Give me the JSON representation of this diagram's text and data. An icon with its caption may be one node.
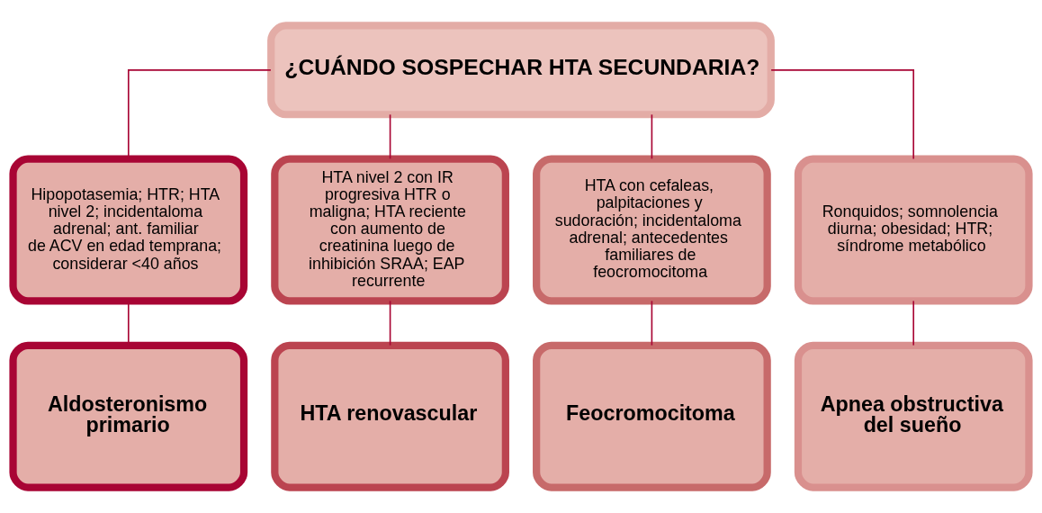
{
  "diagram": {
    "nodes": [
      {
        "text": [
          "¿CUÁNDO SOSPECHAR HTA SECUNDARIA?"
        ]
      },
      {
        "text": [
          "Hipopotasemia; HTR; HTA nivel 2; incidentaloma adrenal; ant. familiar de ACV en edad temprana; considerar <40 años"
        ]
      },
      {
        "text": [
          "HTA nivel 2 con IR progresiva HTR o maligna; HTA reciente con aumento de creatinina luego de inhibición SRAA; EAP recurrente"
        ]
      },
      {
        "text": [
          "HTA con cefaleas, palpitaciones y sudoración; incidentaloma adrenal; antecedentes familiares de feocromocitoma"
        ]
      },
      {
        "text": [
          "Ronquidos; somnolencia diurna; obesidad; HTR; síndrome metabólico"
        ]
      },
      {
        "text": [
          "Aldosteronismo primario"
        ]
      },
      {
        "text": [
          "HTA renovascular"
        ]
      },
      {
        "text": [
          "Feocromocitoma"
        ]
      },
      {
        "text": [
          "Apnea obstructiva del sueño"
        ]
      }
    ],
    "edges": [
      {
        "from": 0,
        "to": 1,
        "arrow": "none"
      },
      {
        "from": 0,
        "to": 2,
        "arrow": "none"
      },
      {
        "from": 0,
        "to": 3,
        "arrow": "none"
      },
      {
        "from": 0,
        "to": 4,
        "arrow": "none"
      },
      {
        "from": 1,
        "to": 5,
        "arrow": "none"
      },
      {
        "from": 2,
        "to": 6,
        "arrow": "none"
      },
      {
        "from": 3,
        "to": 7,
        "arrow": "none"
      },
      {
        "from": 4,
        "to": 8,
        "arrow": "none"
      }
    ]
  }
}
